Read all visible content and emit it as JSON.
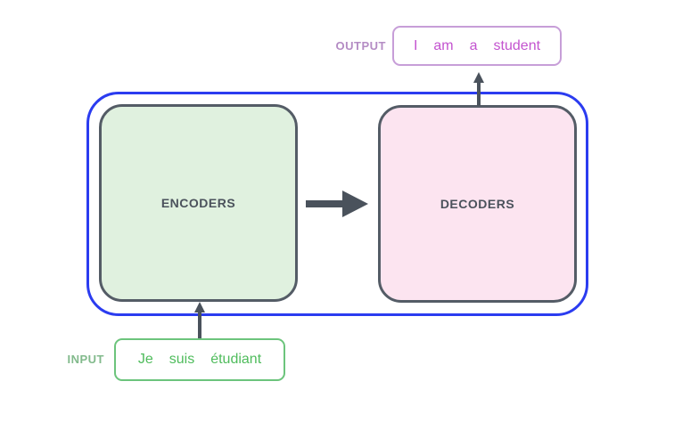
{
  "encoder": {
    "label": "ENCODERS"
  },
  "decoder": {
    "label": "DECODERS"
  },
  "output": {
    "label": "OUTPUT",
    "tokens": [
      "I",
      "am",
      "a",
      "student"
    ]
  },
  "input": {
    "label": "INPUT",
    "tokens": [
      "Je",
      "suis",
      "étudiant"
    ]
  },
  "colors": {
    "container_border": "#2b3cf0",
    "box_border": "#545c66",
    "box_label_text": "#4b525c",
    "arrow": "#4a525c",
    "encoder_fill": "#e0f1df",
    "decoder_fill": "#fce4f0",
    "output_border": "#c79ed8",
    "output_text": "#c353cf",
    "output_label_text": "#b48cc4",
    "input_border": "#6cc47c",
    "input_text": "#4fbc5c",
    "input_label_text": "#82ba8c"
  }
}
